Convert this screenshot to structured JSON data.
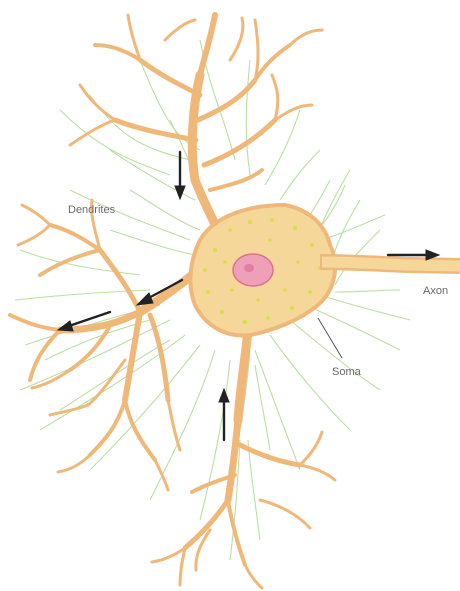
{
  "labels": {
    "dendrites": "Dendrites",
    "axon": "Axon",
    "soma": "Soma"
  },
  "colors": {
    "background": "#ffffff",
    "dendrite": "#f0b878",
    "dendrite_highlight": "#f8d4a4",
    "soma_fill": "#f6d79a",
    "nucleus": "#ef9fb7",
    "nucleus_edge": "#d9728f",
    "green_fibers": "#a9d58c",
    "granules": "#d8de4a",
    "arrow": "#222222",
    "label_text": "#6b6b6b"
  },
  "icons": {
    "signal_arrows": "arrow-icon"
  }
}
